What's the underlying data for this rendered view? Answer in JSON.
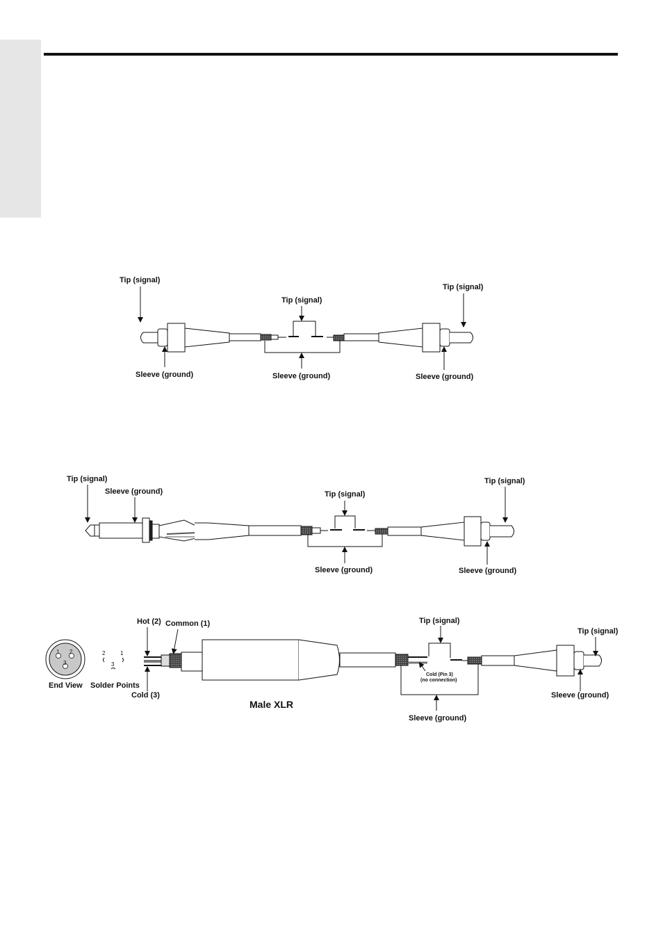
{
  "diagram1": {
    "left_tip": "Tip (signal)",
    "left_sleeve": "Sleeve (ground)",
    "center_tip": "Tip (signal)",
    "center_sleeve": "Sleeve (ground)",
    "right_tip": "Tip (signal)",
    "right_sleeve": "Sleeve (ground)"
  },
  "diagram2": {
    "left_tip": "Tip (signal)",
    "left_sleeve": "Sleeve (ground)",
    "center_tip": "Tip (signal)",
    "center_sleeve": "Sleeve (ground)",
    "right_tip": "Tip (signal)",
    "right_sleeve": "Sleeve (ground)"
  },
  "diagram3": {
    "hot": "Hot (2)",
    "common": "Common (1)",
    "cold": "Cold (3)",
    "end_view": "End View",
    "solder_points": "Solder Points",
    "male_xlr": "Male XLR",
    "center_tip": "Tip (signal)",
    "center_sleeve": "Sleeve (ground)",
    "cold_note_line1": "Cold (Pin 3)",
    "cold_note_line2": "(no connection)",
    "right_tip": "Tip (signal)",
    "right_sleeve": "Sleeve (ground)",
    "end_pins": [
      "1",
      "2",
      "3"
    ],
    "solder_pins": [
      "2",
      "1",
      "3"
    ]
  }
}
